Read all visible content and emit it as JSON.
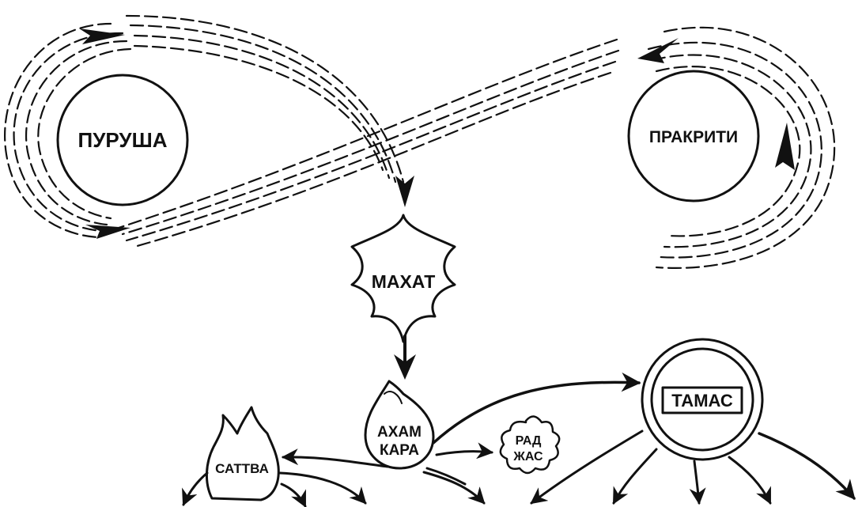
{
  "diagram": {
    "nodes": {
      "purusha": "ПУРУША",
      "prakriti": "ПРАКРИТИ",
      "mahat": "МАХАТ",
      "ahamkara_line1": "АХАМ",
      "ahamkara_line2": "КАРА",
      "sattva": "САТТВА",
      "rajas_line1": "РАД",
      "rajas_line2": "ЖАС",
      "tamas": "ТАМАС"
    },
    "colors": {
      "ink": "#111111",
      "background": "#ffffff"
    }
  }
}
